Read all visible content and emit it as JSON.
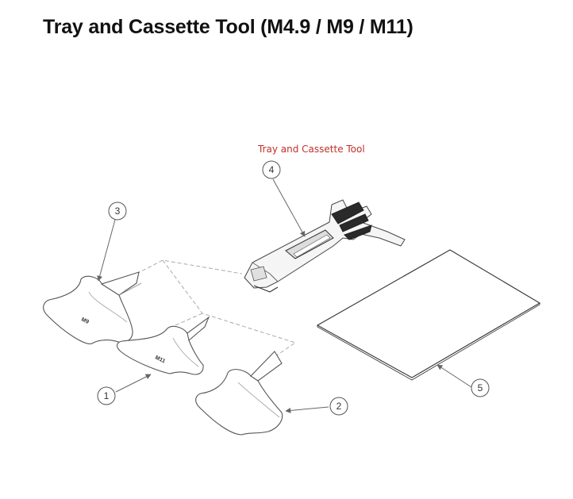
{
  "title": "Tray and Cassette Tool (M4.9 / M9 / M11)",
  "caption": "Tray and Cassette Tool",
  "callouts": [
    {
      "number": "1",
      "part": "M11 tray"
    },
    {
      "number": "2",
      "part": "tray"
    },
    {
      "number": "3",
      "part": "M9 tray"
    },
    {
      "number": "4",
      "part": "tray and cassette tool"
    },
    {
      "number": "5",
      "part": "sheet"
    }
  ],
  "part_labels": {
    "tray_3": "M9",
    "tray_1": "M11"
  },
  "colors": {
    "title": "#111111",
    "caption": "#c0302a",
    "lines": "#555555"
  }
}
